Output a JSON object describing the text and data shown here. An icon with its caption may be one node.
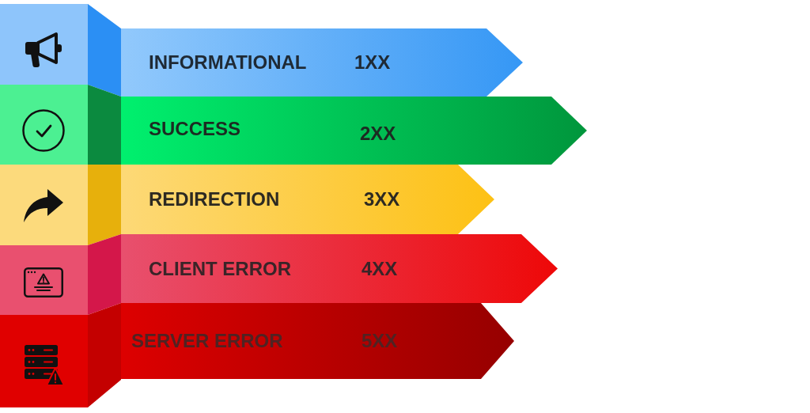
{
  "diagram": {
    "nodes": [
      {
        "text": [
          "INFORMATIONAL",
          "1XX"
        ]
      },
      {
        "text": [
          "SUCCESS",
          "2XX"
        ]
      },
      {
        "text": [
          "REDIRECTION",
          "3XX"
        ]
      },
      {
        "text": [
          "CLIENT ERROR",
          "4XX"
        ]
      },
      {
        "text": [
          "SERVER ERROR",
          "5XX"
        ]
      }
    ]
  }
}
